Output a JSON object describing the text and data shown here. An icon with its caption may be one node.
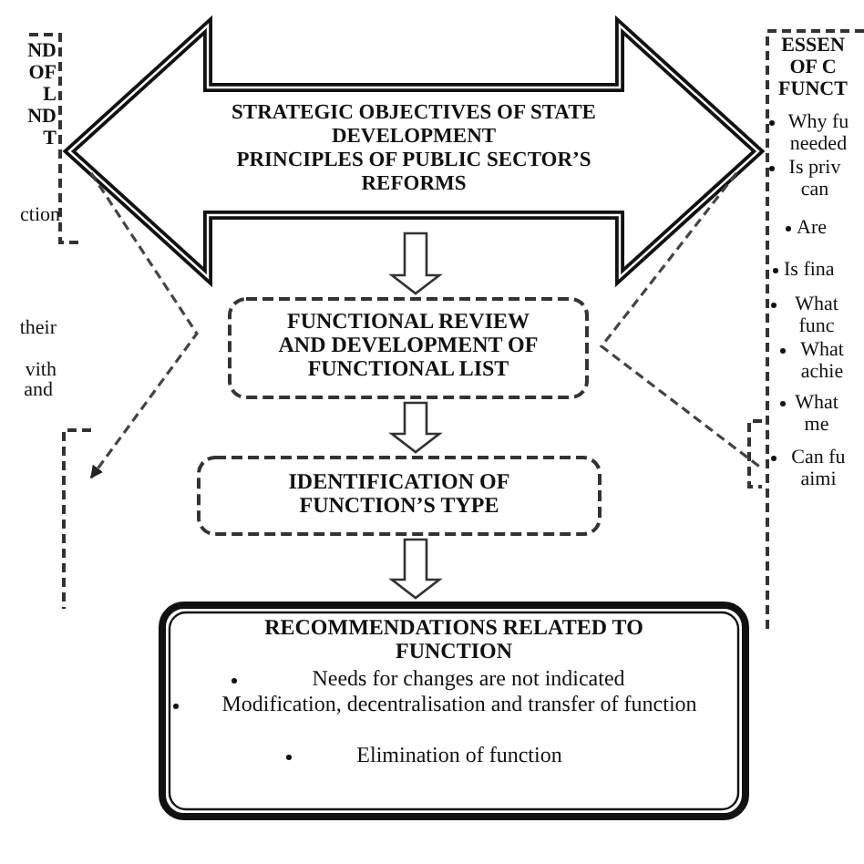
{
  "diagram": {
    "nodes": [
      {
        "text": [
          "ND OF L ND T",
          "ction"
        ]
      },
      {
        "text": [
          "STRATEGIC OBJECTIVES OF STATE DEVELOPMENT",
          "PRINCIPLES OF PUBLIC SECTOR’S REFORMS"
        ]
      },
      {
        "text": [
          "ESSEN OF C FUNCT",
          "Why fu needed",
          "Is priv can",
          "Are",
          "Is fina",
          "What func",
          "What achie",
          "What me",
          "Can fu aimi"
        ]
      },
      {
        "text": [
          "FUNCTIONAL REVIEW AND DEVELOPMENT OF FUNCTIONAL LIST"
        ]
      },
      {
        "text": [
          "IDENTIFICATION OF FUNCTION’S TYPE"
        ]
      },
      {
        "text": [
          "RECOMMENDATIONS RELATED TO FUNCTION",
          "Needs for changes are not indicated",
          "Modification, decentralisation and transfer of function",
          "Elimination of function"
        ]
      },
      {
        "text": [],
        "shape": "box"
      },
      {
        "text": [],
        "shape": "box"
      }
    ],
    "edges": [
      {
        "from": 1,
        "to": 3,
        "arrow": "to"
      },
      {
        "from": 3,
        "to": 4,
        "arrow": "to"
      },
      {
        "from": 4,
        "to": 5,
        "arrow": "to"
      },
      {
        "from": 1,
        "to": 6,
        "arrow": "to",
        "style": "dashed"
      },
      {
        "from": 1,
        "to": 7,
        "arrow": "none",
        "style": "dashed"
      }
    ],
    "labels": [
      "their",
      "vith",
      "and"
    ]
  }
}
